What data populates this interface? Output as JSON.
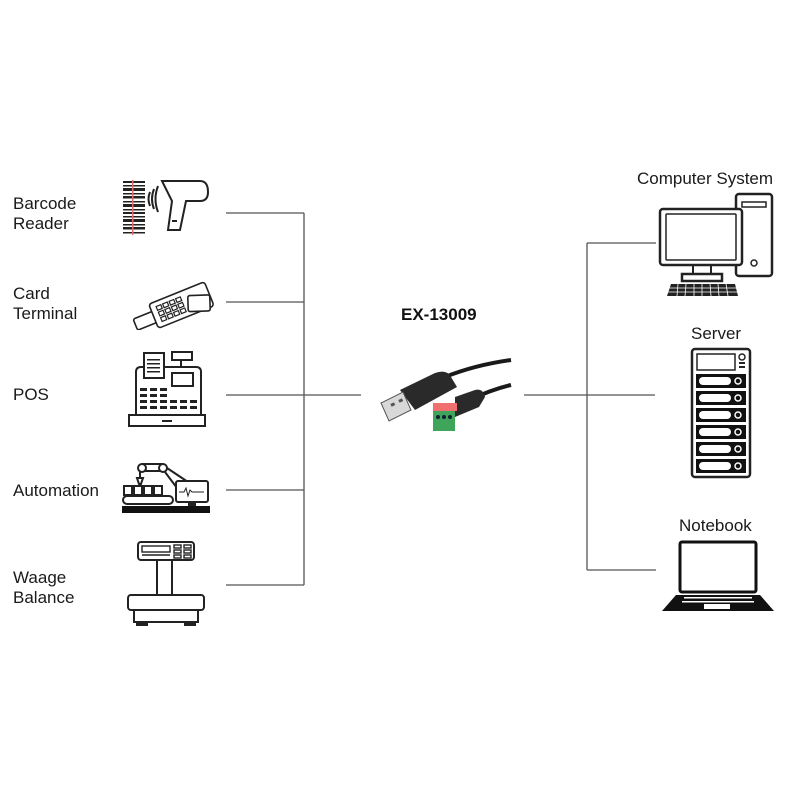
{
  "product": {
    "model": "EX-13009",
    "icon": "usb-to-terminal-cable-icon"
  },
  "left_devices": [
    {
      "id": "barcode",
      "line1": "Barcode",
      "line2": "Reader",
      "icon": "barcode-scanner-icon"
    },
    {
      "id": "card",
      "line1": "Card",
      "line2": "Terminal",
      "icon": "card-terminal-icon"
    },
    {
      "id": "pos",
      "line1": "POS",
      "line2": "",
      "icon": "cash-register-icon"
    },
    {
      "id": "automation",
      "line1": "Automation",
      "line2": "",
      "icon": "robot-arm-conveyor-icon"
    },
    {
      "id": "scale",
      "line1": "Waage",
      "line2": "Balance",
      "icon": "weighing-scale-icon"
    }
  ],
  "right_devices": [
    {
      "id": "computer",
      "label": "Computer System",
      "icon": "desktop-computer-icon"
    },
    {
      "id": "server",
      "label": "Server",
      "icon": "server-rack-icon"
    },
    {
      "id": "notebook",
      "label": "Notebook",
      "icon": "laptop-icon"
    }
  ],
  "colors": {
    "line": "#555555",
    "terminal_green": "#3fa55a",
    "terminal_pink": "#f07070",
    "barcode_laser": "#e07070"
  }
}
